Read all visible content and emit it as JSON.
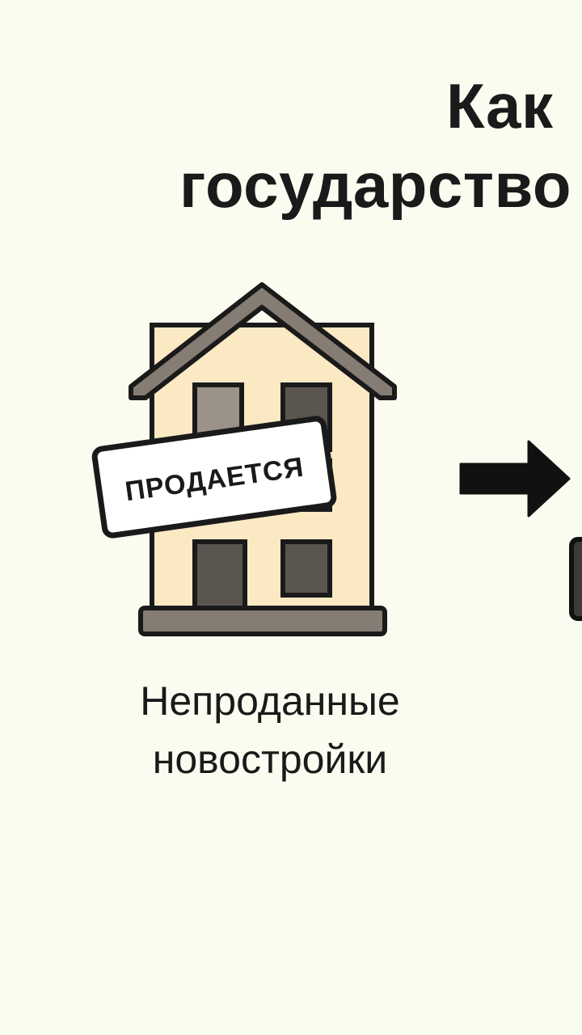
{
  "header": {
    "title_line_1": "Как",
    "title_line_2": "государство"
  },
  "illustration": {
    "sign_text": "ПРОДАЕТСЯ",
    "icon": "house-for-sale-icon"
  },
  "caption": {
    "line_1": "Непроданные",
    "line_2": "новостройки"
  },
  "colors": {
    "background": "#fcfbf0",
    "text": "#1a1a1a",
    "house_wall": "#fbe9c4",
    "house_roof": "#857d73",
    "window_light": "#9b9288",
    "window_dark": "#5b5550",
    "outline": "#1a1a1a"
  },
  "icons": {
    "arrow": "arrow-right-icon"
  }
}
